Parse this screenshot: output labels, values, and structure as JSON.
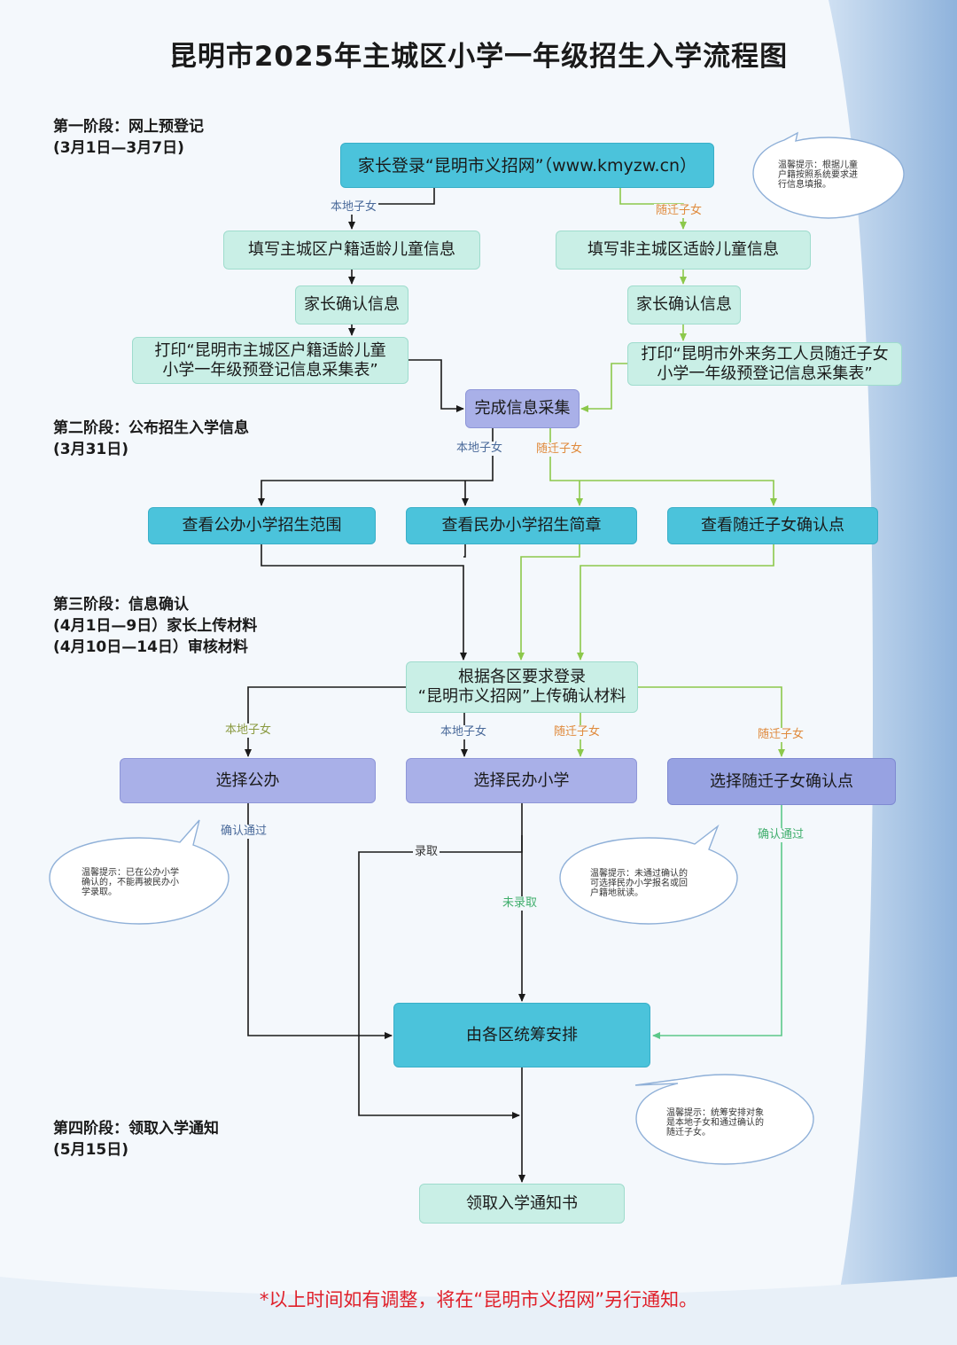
{
  "title": "昆明市2025年主城区小学一年级招生入学流程图",
  "stages": [
    {
      "lines": [
        "第一阶段：网上预登记",
        "(3月1日—3月7日)"
      ]
    },
    {
      "lines": [
        "第二阶段：公布招生入学信息",
        "(3月31日)"
      ]
    },
    {
      "lines": [
        "第三阶段：信息确认",
        "(4月1日—9日）家长上传材料",
        "(4月10日—14日）审核材料"
      ]
    },
    {
      "lines": [
        "第四阶段：领取入学通知",
        "(5月15日)"
      ]
    }
  ],
  "boxes": {
    "login": "家长登录“昆明市义招网”（www.kmyzw.cn）",
    "fill_local": "填写主城区户籍适龄儿童信息",
    "fill_migrant": "填写非主城区适龄儿童信息",
    "confirm_local": "家长确认信息",
    "confirm_migrant": "家长确认信息",
    "print_local": "打印“昆明市主城区户籍适龄儿童\n小学一年级预登记信息采集表”",
    "print_migrant": "打印“昆明市外来务工人员随迁子女\n小学一年级预登记信息采集表”",
    "collect_done": "完成信息采集",
    "view_public": "查看公办小学招生范围",
    "view_private": "查看民办小学招生简章",
    "view_migrant_point": "查看随迁子女确认点",
    "upload": "根据各区要求登录\n“昆明市义招网”上传确认材料",
    "choose_public": "选择公办",
    "choose_private": "选择民办小学",
    "choose_migrant_point": "选择随迁子女确认点",
    "district_arrange": "由各区统筹安排",
    "receive_notice": "领取入学通知书"
  },
  "labels": {
    "local_child": "本地子女",
    "migrant_child": "随迁子女",
    "confirm_pass": "确认通过",
    "admitted": "录取",
    "not_admitted": "未录取"
  },
  "tips": {
    "tip_register": "温馨提示：根据儿童\n户籍按照系统要求进\n行信息填报。",
    "tip_public": "温馨提示：已在公办小学\n确认的，不能再被民办小\n学录取。",
    "tip_unconfirmed": "温馨提示：未通过确认的\n可选择民办小学报名或回\n户籍地就读。",
    "tip_arrange": "温馨提示：统筹安排对象\n是本地子女和通过确认的\n随迁子女。"
  },
  "footnote": "*以上时间如有调整，将在“昆明市义招网”另行通知。",
  "colors": {
    "mint_box": "#c9efe6",
    "cyan_box": "#4bc3db",
    "purple_box": "#a9b0e8",
    "local_line": "#1a1a1a",
    "migrant_line": "#8cc84b",
    "confirm_line": "#5cc88a",
    "footnote": "#e0202a"
  }
}
